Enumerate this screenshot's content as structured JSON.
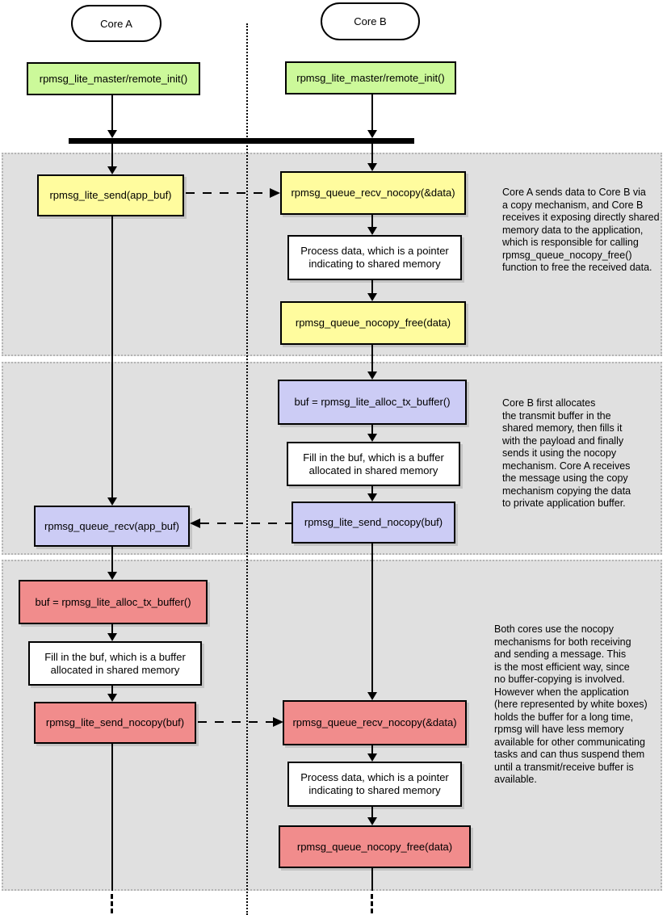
{
  "lanes": {
    "core_a": "Core A",
    "core_b": "Core B"
  },
  "colors": {
    "green": "#ccf99a",
    "yellow": "#fffc9e",
    "lavender": "#ccccf5",
    "red": "#f18c8c",
    "white": "#ffffff",
    "section_bg": "#e0e0e0"
  },
  "nodes": {
    "init_a": "rpmsg_lite_master/remote_init()",
    "init_b": "rpmsg_lite_master/remote_init()",
    "s1_send_a": "rpmsg_lite_send(app_buf)",
    "s1_recv_b": "rpmsg_queue_recv_nocopy(&data)",
    "s1_process_b": "Process data, which is a pointer\nindicating to shared memory",
    "s1_free_b": "rpmsg_queue_nocopy_free(data)",
    "s2_alloc_b": "buf = rpmsg_lite_alloc_tx_buffer()",
    "s2_fill_b": "Fill in the buf, which is a buffer\nallocated in shared memory",
    "s2_send_b": "rpmsg_lite_send_nocopy(buf)",
    "s2_recv_a": "rpmsg_queue_recv(app_buf)",
    "s3_alloc_a": "buf = rpmsg_lite_alloc_tx_buffer()",
    "s3_fill_a": "Fill in the buf, which is a buffer\nallocated in shared memory",
    "s3_send_a": "rpmsg_lite_send_nocopy(buf)",
    "s3_recv_b": "rpmsg_queue_recv_nocopy(&data)",
    "s3_process_b": "Process data, which is a pointer\nindicating to shared memory",
    "s3_free_b": "rpmsg_queue_nocopy_free(data)"
  },
  "annotations": {
    "s1": "Core A sends data to Core B via\na copy mechanism, and Core B\nreceives it exposing directly shared\nmemory data to the application,\nwhich is responsible for calling\nrpmsg_queue_nocopy_free()\nfunction to free the received data.",
    "s2": "Core B first allocates\nthe transmit buffer in the\nshared memory, then fills it\nwith the payload and finally\nsends it using the nocopy\nmechanism. Core A receives\nthe message using the copy\nmechanism copying the data\nto private application buffer.",
    "s3": "Both cores use the nocopy\nmechanisms for both receiving\nand sending a message. This\nis the most efficient way, since\nno buffer-copying is involved.\nHowever when the application\n(here represented by white boxes)\nholds the buffer for a long time,\nrpmsg will have less memory\navailable for other communicating\ntasks and can thus suspend them\nuntil a transmit/receive buffer is\navailable."
  }
}
